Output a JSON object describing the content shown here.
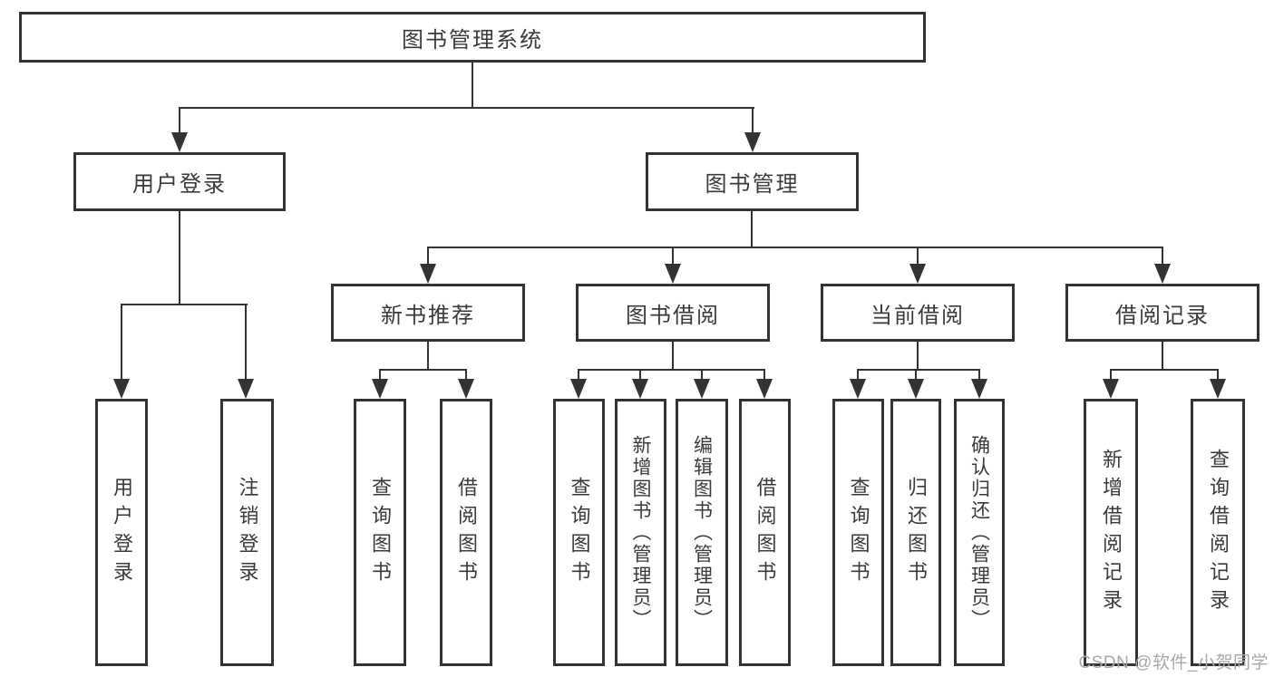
{
  "nodes": {
    "root": "图书管理系统",
    "user_login": "用户登录",
    "book_mgmt": "图书管理",
    "new_book_rec": "新书推荐",
    "book_borrow": "图书借阅",
    "current_borrow": "当前借阅",
    "borrow_record": "借阅记录",
    "g1a": "用户登录",
    "g1b": "注销登录",
    "g2a": "查询图书",
    "g2b": "借阅图书",
    "g3a": "查询图书",
    "g3b": "新增图书（管理员）",
    "g3c": "编辑图书（管理员）",
    "g3d": "借阅图书",
    "g4a": "查询图书",
    "g4b": "归还图书",
    "g4c": "确认归还（管理员）",
    "g5a": "新增借阅记录",
    "g5b": "查询借阅记录"
  },
  "hierarchy": {
    "图书管理系统": {
      "用户登录": [
        "用户登录",
        "注销登录"
      ],
      "图书管理": {
        "新书推荐": [
          "查询图书",
          "借阅图书"
        ],
        "图书借阅": [
          "查询图书",
          "新增图书（管理员）",
          "编辑图书（管理员）",
          "借阅图书"
        ],
        "当前借阅": [
          "查询图书",
          "归还图书",
          "确认归还（管理员）"
        ],
        "借阅记录": [
          "新增借阅记录",
          "查询借阅记录"
        ]
      }
    }
  },
  "watermark": "CSDN @软件_小贺同学",
  "colors": {
    "line": "#333333",
    "box_border": "#333333",
    "text": "#3a3a3a",
    "watermark": "#a8a8a8",
    "background": "#ffffff"
  }
}
